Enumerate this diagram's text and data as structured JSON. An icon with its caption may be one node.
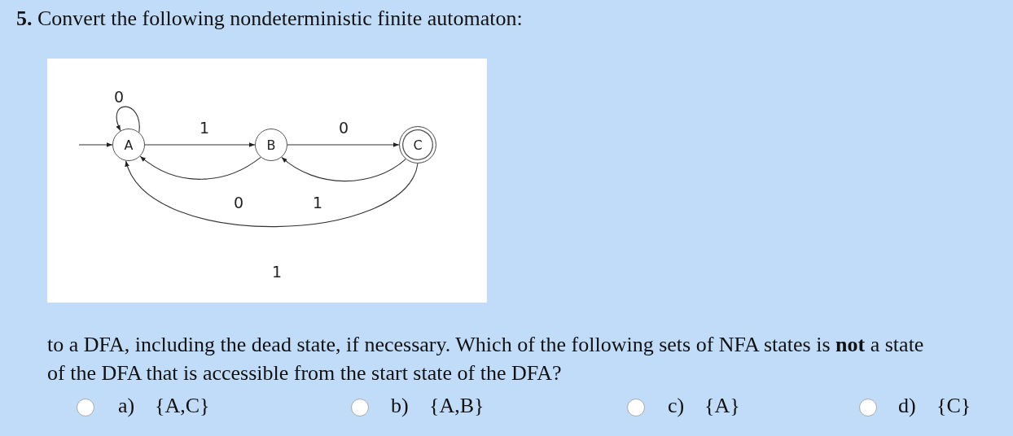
{
  "diagram": {
    "title": "**5.** Convert the following nondeterministic finite automaton:",
    "nodes": [
      {
        "text": [
          "A"
        ]
      },
      {
        "text": [
          "B"
        ]
      },
      {
        "text": [
          "C"
        ]
      }
    ],
    "edges": [
      {
        "from": null,
        "to": 0,
        "arrow": "to"
      },
      {
        "from": 0,
        "to": 0,
        "arrow": "to",
        "label": "0"
      },
      {
        "from": 0,
        "to": 1,
        "arrow": "to",
        "label": "1"
      },
      {
        "from": 1,
        "to": 2,
        "arrow": "to",
        "label": "0"
      },
      {
        "from": 1,
        "to": 0,
        "arrow": "to",
        "label": "0"
      },
      {
        "from": 2,
        "to": 1,
        "arrow": "to",
        "label": "1"
      },
      {
        "from": 2,
        "to": 0,
        "arrow": "to",
        "label": "1"
      }
    ],
    "labels": [
      "to a DFA, including the dead state, if necessary. Which of the following sets of NFA states is **not** a state of the DFA that is accessible from the start state of the DFA?",
      "a)",
      "{A,C}",
      "b)",
      "{A,B}",
      "c)",
      "{A}",
      "d)",
      "{C}"
    ]
  }
}
